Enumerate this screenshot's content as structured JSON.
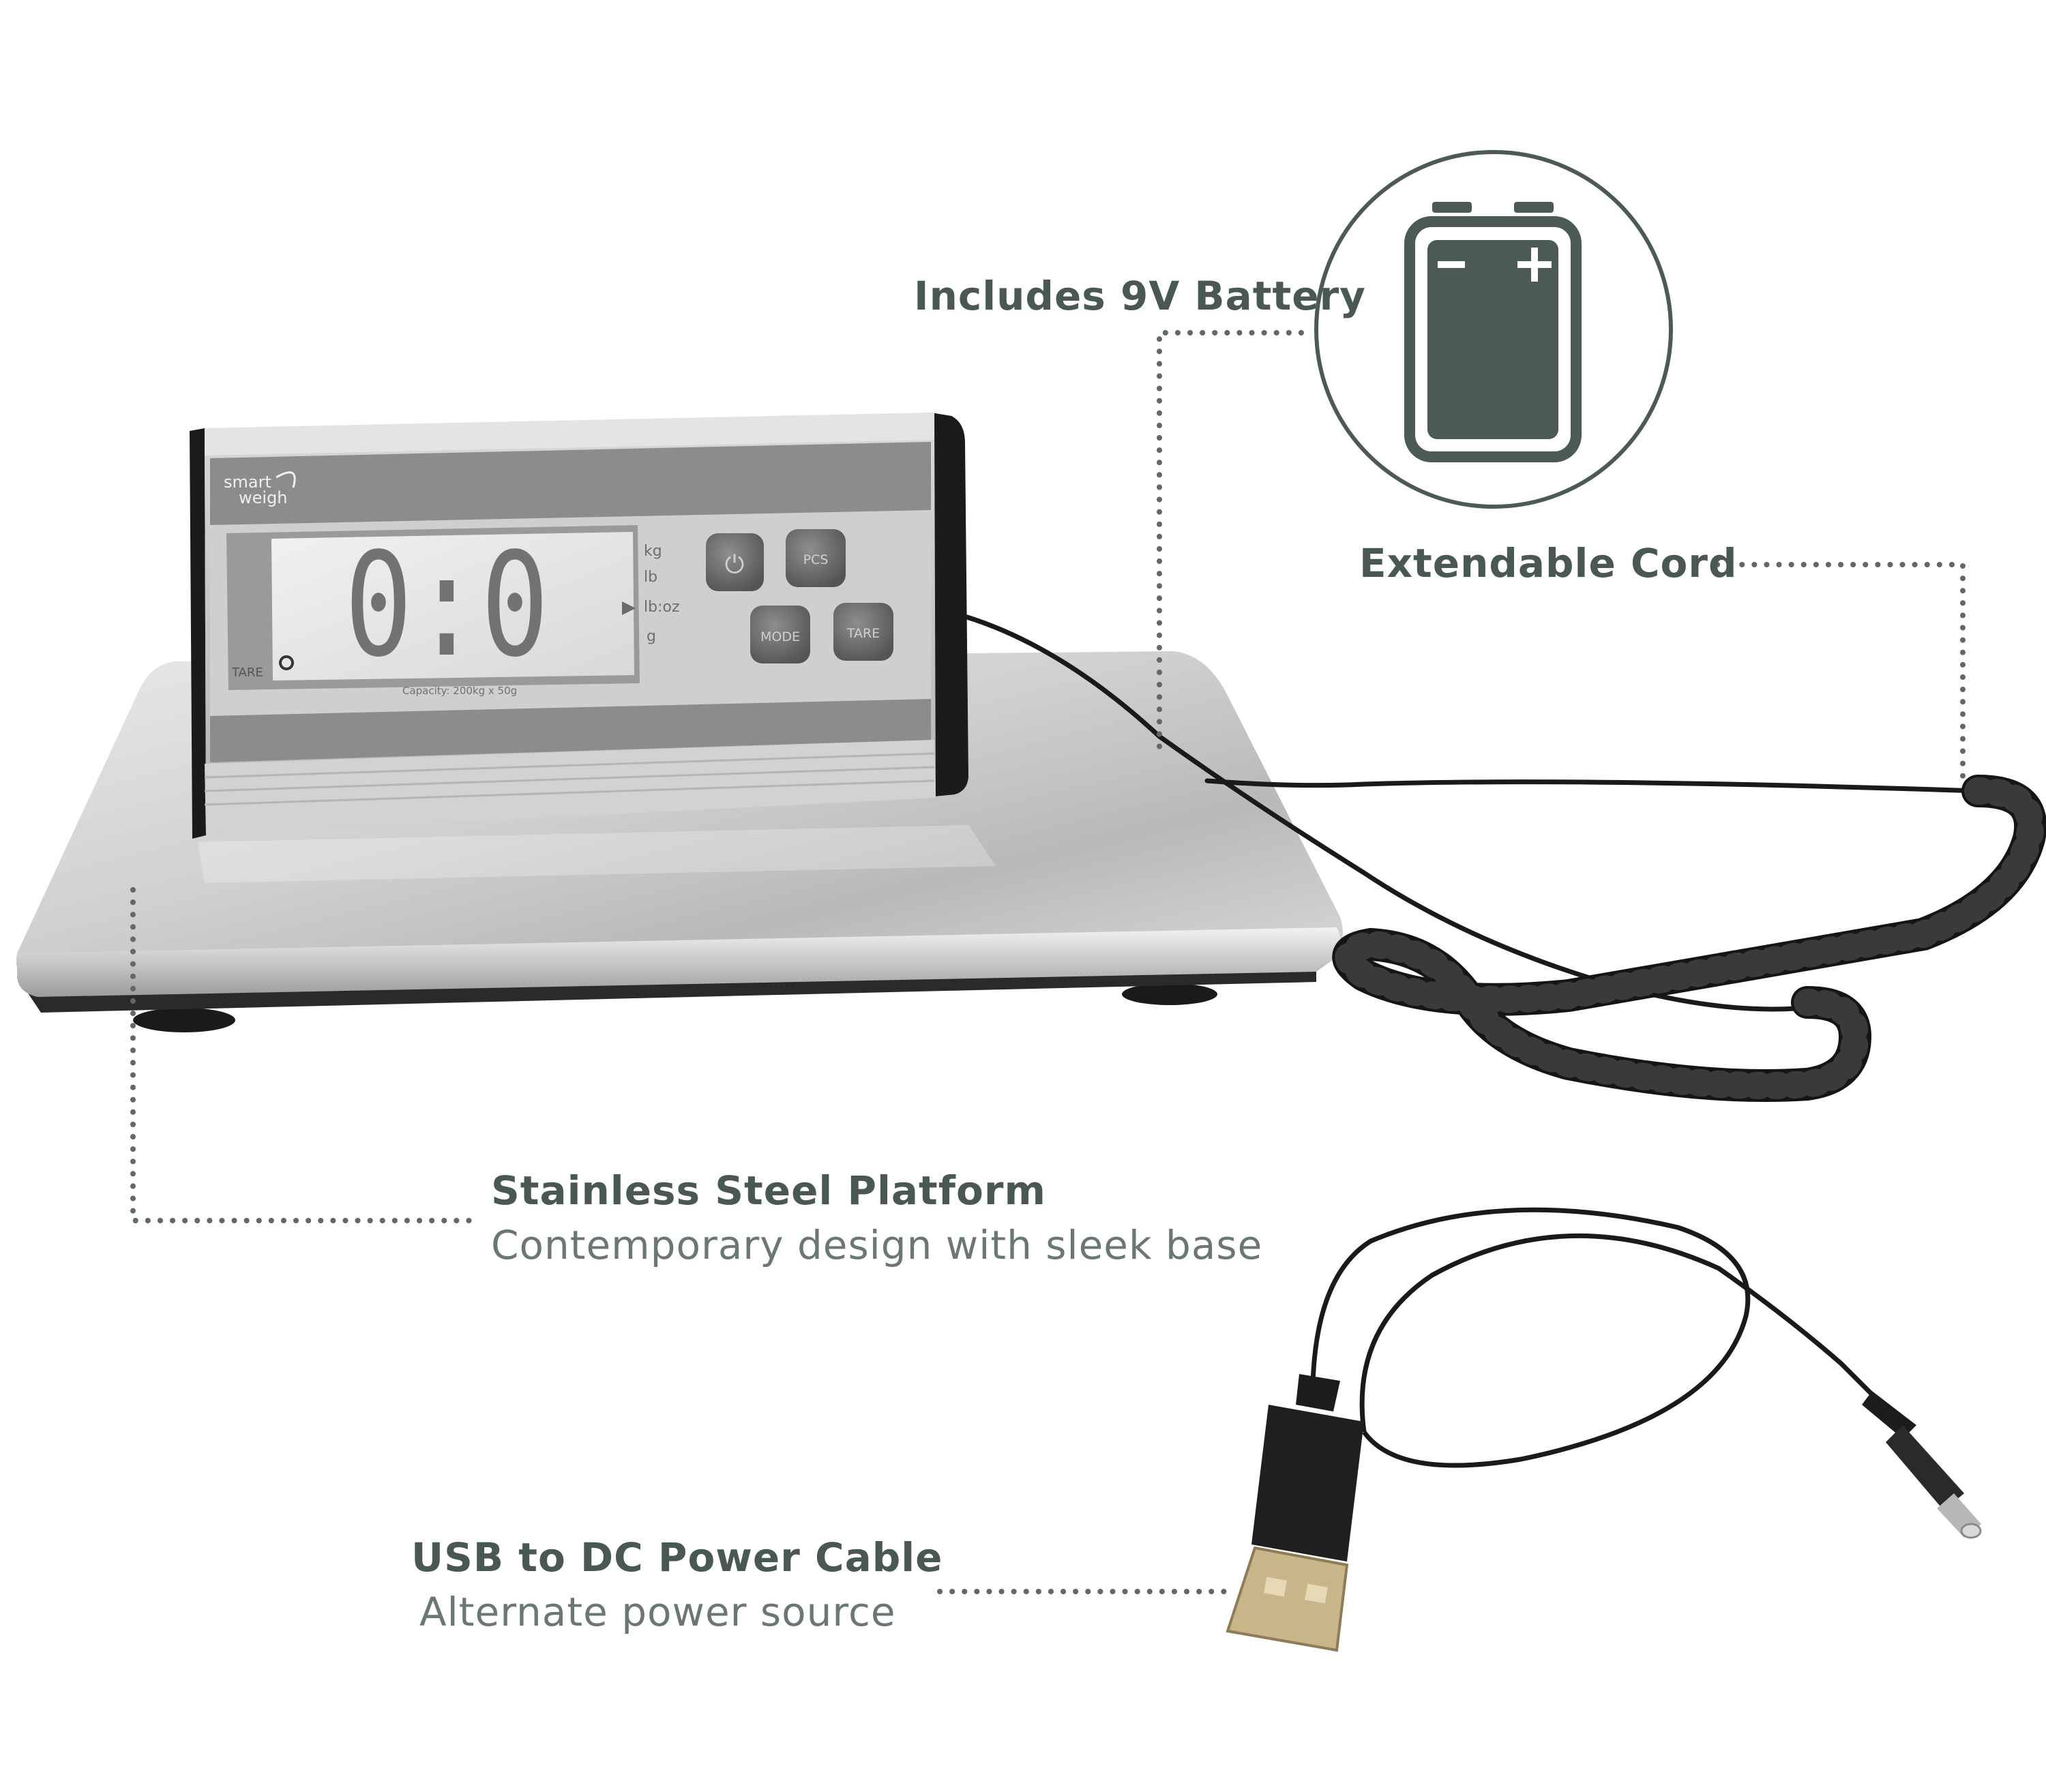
{
  "callouts": {
    "battery": {
      "title": "Includes 9V Battery"
    },
    "cord": {
      "title": "Extendable Cord"
    },
    "platform": {
      "title": "Stainless Steel Platform",
      "subtitle": "Contemporary design with sleek base"
    },
    "usb": {
      "title": "USB to DC Power Cable",
      "subtitle": "Alternate power source"
    }
  },
  "scale": {
    "brand_line1": "smart",
    "brand_line2": "weigh",
    "display_reading": "0:0",
    "units": [
      "kg",
      "lb",
      "lb:oz",
      "g"
    ],
    "selected_unit": "lb:oz",
    "tare_indicator": "TARE",
    "capacity": "Capacity: 200kg x 50g",
    "buttons": {
      "power": "⏻",
      "pcs": "PCS",
      "mode": "MODE",
      "tare": "TARE"
    }
  },
  "icons": [
    "battery-icon"
  ],
  "colors": {
    "text_heading": "#495854",
    "text_sub": "#6a7773",
    "dotted_line": "#5d6a66",
    "icon_stroke": "#4b5a55"
  }
}
